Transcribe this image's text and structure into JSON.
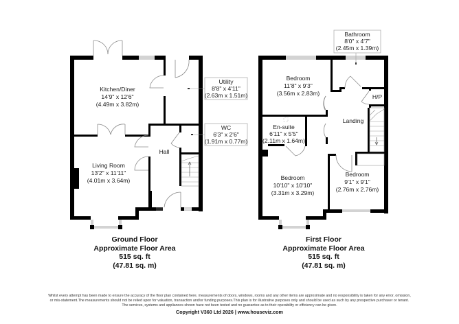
{
  "ground_floor": {
    "rooms": [
      {
        "name": "Kitchen/Diner",
        "imperial": "14'9\" x 12'6\"",
        "metric": "(4.49m x 3.82m)"
      },
      {
        "name": "Living Room",
        "imperial": "13'2\" x 11'11\"",
        "metric": "(4.01m x 3.64m)"
      },
      {
        "name": "Hall"
      },
      {
        "name": "Utility",
        "imperial": "8'8\" x 4'11\"",
        "metric": "(2.63m x 1.51m)"
      },
      {
        "name": "WC",
        "imperial": "6'3\" x 2'6\"",
        "metric": "(1.91m x 0.77m)"
      }
    ],
    "caption": {
      "title": "Ground Floor",
      "subtitle": "Approximate Floor Area",
      "area_sqft": "515 sq. ft",
      "area_sqm": "(47.81 sq. m)"
    }
  },
  "first_floor": {
    "rooms": [
      {
        "name": "Bedroom",
        "imperial": "11'8\" x 9'3\"",
        "metric": "(3.56m x 2.83m)"
      },
      {
        "name": "Bathroom",
        "imperial": "8'0\" x 4'7\"",
        "metric": "(2.45m x 1.39m)"
      },
      {
        "name": "H/P"
      },
      {
        "name": "Landing"
      },
      {
        "name": "En-suite",
        "imperial": "6'11\" x 5'5\"",
        "metric": "(2.11m x 1.64m)"
      },
      {
        "name": "Bedroom",
        "imperial": "10'10\" x 10'10\"",
        "metric": "(3.31m x 3.29m)"
      },
      {
        "name": "Bedroom",
        "imperial": "9'1\" x 9'1\"",
        "metric": "(2.76m x 2.76m)"
      }
    ],
    "caption": {
      "title": "First Floor",
      "subtitle": "Approximate Floor Area",
      "area_sqft": "515 sq. ft",
      "area_sqm": "(47.81 sq. m)"
    }
  },
  "footer": {
    "disclaimer_line1": "Whilst every attempt has been made to ensure the accuracy of the floor plan contained here, measurements of doors, windows, rooms and any other items are approximate and no responsibility is taken for any error, omission,",
    "disclaimer_line2": "or mis-statement.The measurements should not be relied upon for valuation, transaction and/or funding purposes.This plan is for illustrative purposes only and should be used as such by any prospective purchaser or tenant.",
    "disclaimer_line3": "The services, systems and appliances shown have not been tested and no guarantee as to their operability or efficiency can be given.",
    "copyright": "Copyright V360 Ltd 2026 | www.houseviz.com"
  },
  "colors": {
    "wall": "#000000",
    "thin_line": "#8a8a8a",
    "label_box_border": "#b0b0b0",
    "background": "#ffffff"
  }
}
